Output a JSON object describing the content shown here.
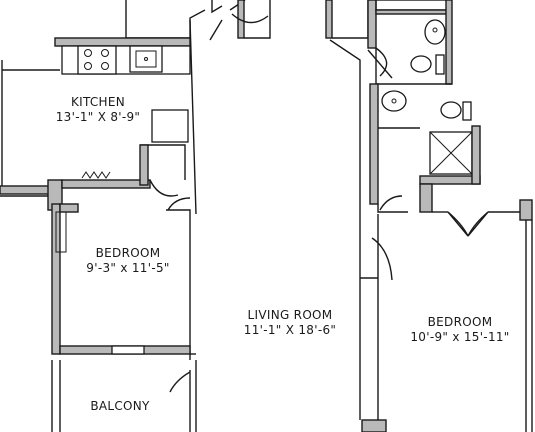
{
  "rooms": {
    "kitchen": {
      "name": "KITCHEN",
      "size": "13'-1\" X 8'-9\""
    },
    "bedroom_left": {
      "name": "BEDROOM",
      "size": "9'-3\" x 11'-5\""
    },
    "living_room": {
      "name": "LIVING ROOM",
      "size": "11'-1\" X 18'-6\""
    },
    "bedroom_right": {
      "name": "BEDROOM",
      "size": "10'-9\" x 15'-11\""
    },
    "balcony": {
      "name": "BALCONY"
    }
  },
  "colors": {
    "wall_fill": "#b9b9b9",
    "line": "#1a1a1a",
    "background": "#ffffff"
  }
}
